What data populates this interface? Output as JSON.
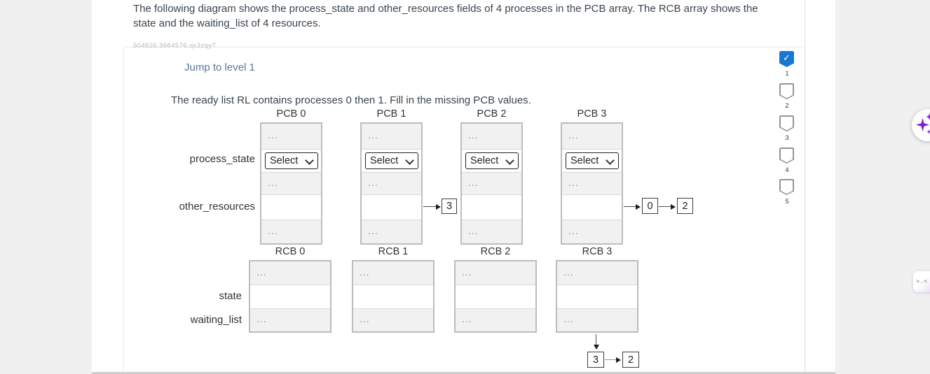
{
  "page": {
    "intro": "The following diagram shows the process_state and other_resources fields of 4 processes in the PCB array. The RCB array shows the state and the waiting_list of 4 resources.",
    "activity_id": "504826.3664576.qx3zqy7",
    "jump_to_level": "Jump to level 1",
    "instruction": "The ready list RL contains processes 0 then 1. Fill in the missing PCB values."
  },
  "diagram": {
    "ellipsis": "...",
    "select_placeholder": "Select",
    "pcb_row_labels": {
      "process_state": "process_state",
      "other_resources": "other_resources"
    },
    "rcb_row_labels": {
      "state": "state",
      "waiting_list": "waiting_list"
    },
    "pcbs": [
      {
        "title": "PCB 0"
      },
      {
        "title": "PCB 1"
      },
      {
        "title": "PCB 2"
      },
      {
        "title": "PCB 3"
      }
    ],
    "rcbs": [
      {
        "title": "RCB 0"
      },
      {
        "title": "RCB 1"
      },
      {
        "title": "RCB 2"
      },
      {
        "title": "RCB 3"
      }
    ],
    "links": {
      "pcb1_other_resources": [
        "3"
      ],
      "pcb3_other_resources": [
        "0",
        "2"
      ],
      "rcb3_waiting_list": [
        "3",
        "2"
      ]
    }
  },
  "levels": {
    "items": [
      {
        "label": "1",
        "completed": true
      },
      {
        "label": "2",
        "completed": false
      },
      {
        "label": "3",
        "completed": false
      },
      {
        "label": "4",
        "completed": false
      },
      {
        "label": "5",
        "completed": false
      }
    ]
  },
  "icons": {
    "check": "✓"
  },
  "widgets": {
    "code_glyph": ">.<"
  },
  "colors": {
    "completed_blue": "#1977d2",
    "link_blue": "#56789b",
    "assistant_purple": "#7b1fd2",
    "table_border": "#bdbdbd",
    "row_gray": "#f1f1f1"
  }
}
